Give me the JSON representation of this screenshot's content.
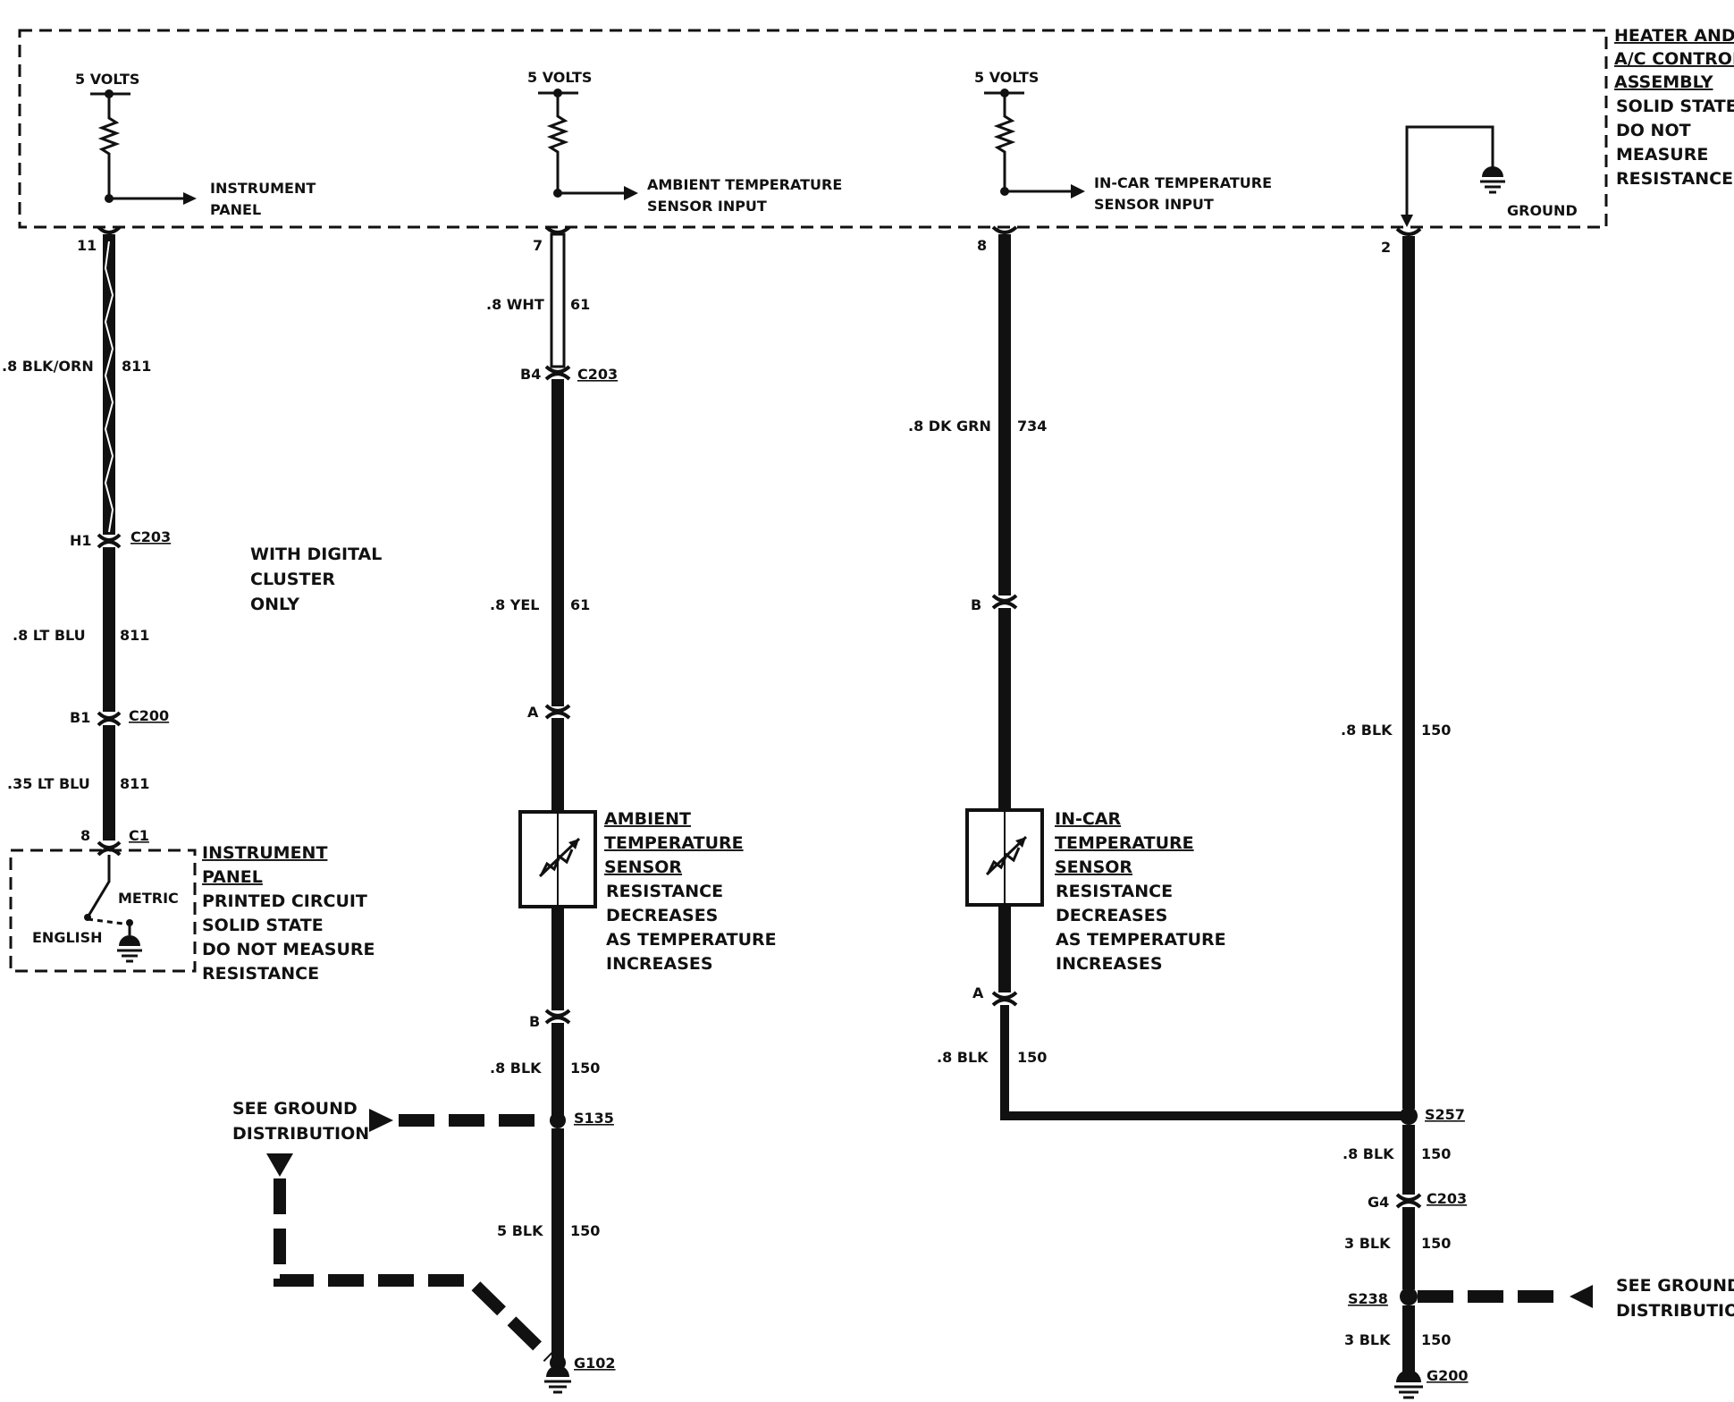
{
  "module": {
    "title_lines": [
      "HEATER AND",
      "A/C CONTROL",
      "ASSEMBLY"
    ],
    "note_lines": [
      "SOLID STATE",
      "DO NOT",
      "MEASURE",
      "RESISTANCE"
    ],
    "ground_label": "GROUND",
    "volts": [
      "5 VOLTS",
      "5 VOLTS",
      "5 VOLTS"
    ],
    "outputs": {
      "instrument_panel": [
        "INSTRUMENT",
        "PANEL"
      ],
      "ambient": [
        "AMBIENT TEMPERATURE",
        "SENSOR INPUT"
      ],
      "incar": [
        "IN-CAR TEMPERATURE",
        "SENSOR INPUT"
      ]
    },
    "pins": [
      "11",
      "7",
      "8",
      "2"
    ]
  },
  "circuit1": {
    "wire1": ".8 BLK/ORN",
    "wire1_ckt": "811",
    "conn1_pin": "H1",
    "conn1": "C203",
    "note": [
      "WITH DIGITAL",
      "CLUSTER",
      "ONLY"
    ],
    "wire2": ".8 LT BLU",
    "wire2_ckt": "811",
    "conn2_pin": "B1",
    "conn2": "C200",
    "wire3": ".35 LT BLU",
    "wire3_ckt": "811",
    "conn3_pin": "8",
    "conn3": "C1",
    "panel_title": [
      "INSTRUMENT",
      "PANEL"
    ],
    "panel_note": [
      "PRINTED CIRCUIT",
      "SOLID STATE",
      "DO NOT MEASURE",
      "RESISTANCE"
    ],
    "switch_metric": "METRIC",
    "switch_english": "ENGLISH"
  },
  "circuit2": {
    "wire1": ".8 WHT",
    "wire1_ckt": "61",
    "conn1_pin": "B4",
    "conn1": "C203",
    "wire2": ".8 YEL",
    "wire2_ckt": "61",
    "pin_a": "A",
    "sensor_title": [
      "AMBIENT",
      "TEMPERATURE",
      "SENSOR"
    ],
    "sensor_note": [
      "RESISTANCE",
      "DECREASES",
      "AS TEMPERATURE",
      "INCREASES"
    ],
    "pin_b": "B",
    "wire3": ".8 BLK",
    "wire3_ckt": "150",
    "splice": "S135",
    "see_ground": [
      "SEE GROUND",
      "DISTRIBUTION"
    ],
    "wire4": "5 BLK",
    "wire4_ckt": "150",
    "ground": "G102"
  },
  "circuit3": {
    "wire1": ".8 DK GRN",
    "wire1_ckt": "734",
    "pin_b": "B",
    "sensor_title": [
      "IN-CAR",
      "TEMPERATURE",
      "SENSOR"
    ],
    "sensor_note": [
      "RESISTANCE",
      "DECREASES",
      "AS TEMPERATURE",
      "INCREASES"
    ],
    "pin_a": "A",
    "wire2": ".8 BLK",
    "wire2_ckt": "150"
  },
  "circuit4": {
    "wire1": ".8 BLK",
    "wire1_ckt": "150",
    "splice1": "S257",
    "wire2": ".8 BLK",
    "wire2_ckt": "150",
    "conn_pin": "G4",
    "conn": "C203",
    "wire3": "3 BLK",
    "wire3_ckt": "150",
    "splice2": "S238",
    "see_ground": [
      "SEE GROUND",
      "DISTRIBUTION"
    ],
    "wire4": "3 BLK",
    "wire4_ckt": "150",
    "ground": "G200"
  }
}
